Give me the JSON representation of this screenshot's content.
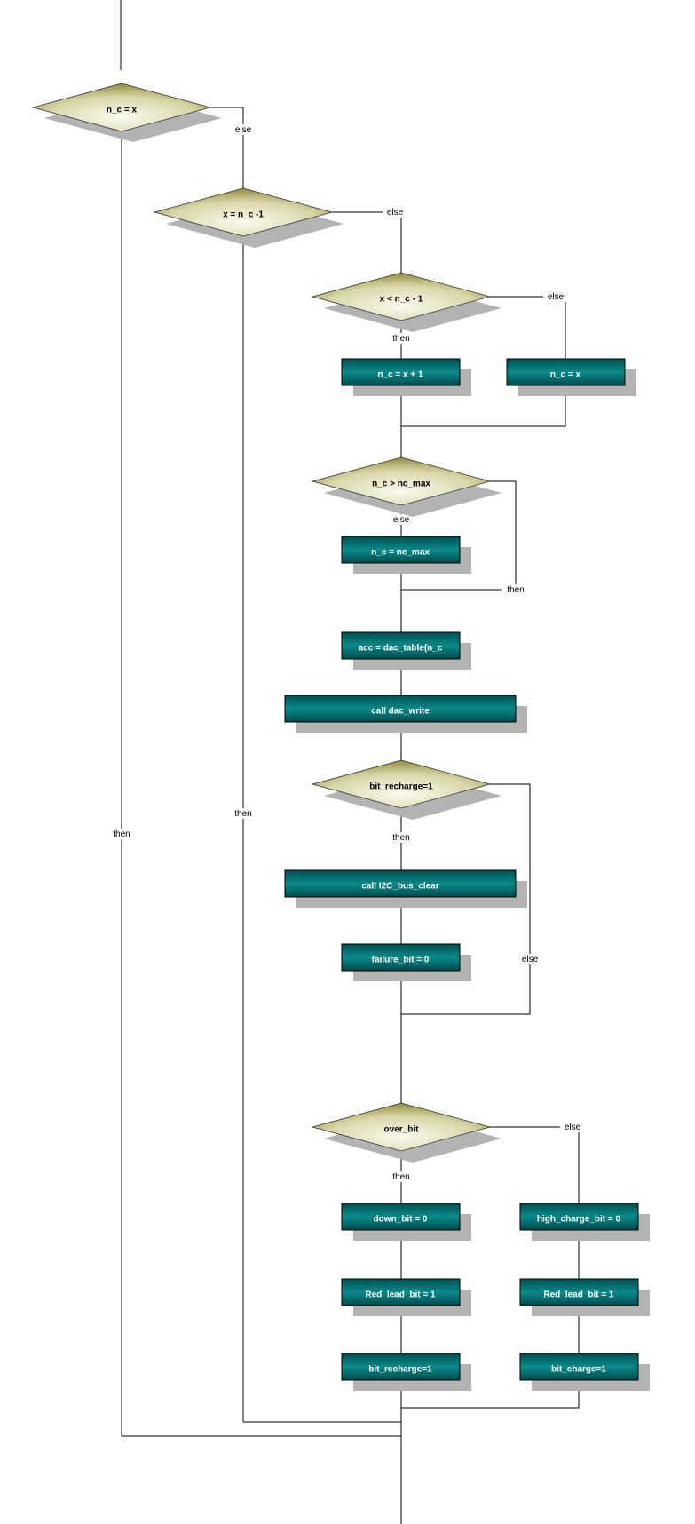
{
  "decisions": {
    "nc_eq_x": "n_c = x",
    "x_eq_nc_minus1": "x = n_c -1",
    "x_lt_nc_minus1": "x < n_c - 1",
    "nc_gt_ncmax": "n_c > nc_max",
    "bit_recharge_check": "bit_recharge=1",
    "over_bit": "over_bit"
  },
  "actions": {
    "nc_eq_x_plus1": "n_c = x + 1",
    "nc_eq_x": "n_c = x",
    "nc_eq_ncmax": "n_c = nc_max",
    "acc_dac_table": "acc = dac_table(n_c",
    "call_dac_write": "call dac_write",
    "call_i2c_bus_clear": "call I2C_bus_clear",
    "failure_bit_0": "failure_bit = 0",
    "down_bit_0": "down_bit = 0",
    "red_lead_bit_1a": "Red_lead_bit = 1",
    "bit_recharge_1": "bit_recharge=1",
    "high_charge_bit_0": "high_charge_bit = 0",
    "red_lead_bit_1b": "Red_lead_bit = 1",
    "bit_charge_1": "bit_charge=1"
  },
  "edge_labels": {
    "then": "then",
    "else": "else"
  },
  "colors": {
    "action_fill": "#006f6f",
    "decision_fill_light": "#f4f4de",
    "decision_fill_dark": "#8f8a3a",
    "shadow": "#b3b3b3",
    "line": "#000000"
  }
}
